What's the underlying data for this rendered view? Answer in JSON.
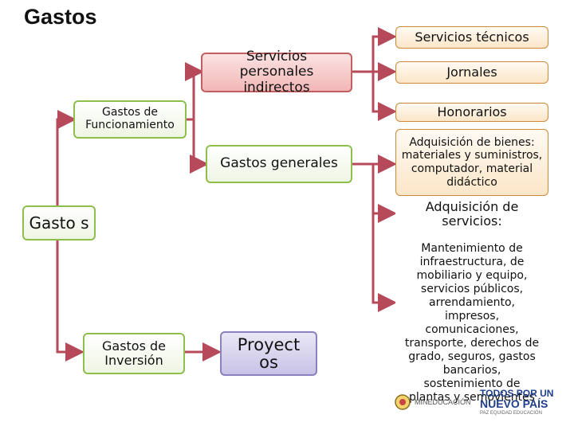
{
  "title": "Gastos",
  "nodes": {
    "root": "Gasto s",
    "funcionamiento": "Gastos de Funcionamiento",
    "inversion": "Gastos de Inversión",
    "servicios_personales": "Servicios personales indirectos",
    "gastos_generales": "Gastos generales",
    "proyectos": "Proyect os",
    "servicios_tecnicos": "Servicios técnicos",
    "jornales": "Jornales",
    "honorarios": "Honorarios",
    "adquisicion_bienes": "Adquisición de bienes: materiales y suministros, computador, material didáctico",
    "adquisicion_servicios": "Adquisición de servicios:",
    "mantenimiento": "Mantenimiento de infraestructura, de mobiliario y equipo, servicios públicos, arrendamiento, impresos, comunicaciones, transporte, derechos de grado, seguros, gastos bancarios, sostenimiento de plantas y semovientes"
  },
  "logos": {
    "mineducacion": "MINEDUCACIÓN",
    "todos_line1": "TODOS POR UN",
    "todos_line2": "NUEVO PAÍS",
    "todos_tagline": "PAZ  EQUIDAD  EDUCACIÓN"
  },
  "colors": {
    "connector": "#b64a5b",
    "green_border": "#8cbf4b",
    "red_border": "#c15e5e",
    "orange_border": "#c98a3a",
    "purple_border": "#8a81bf"
  }
}
